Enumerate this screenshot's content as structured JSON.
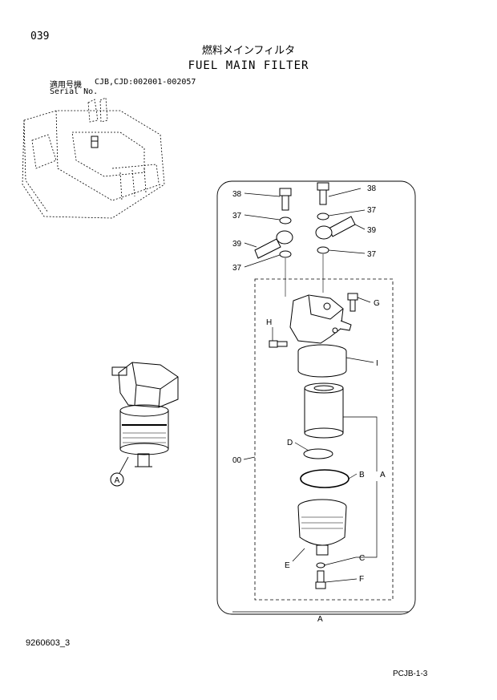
{
  "header": {
    "page_number": "039",
    "title_jp": "燃料メインフィルタ",
    "title_en": "FUEL MAIN FILTER",
    "applicable_label": "適用号機",
    "applicable_value": "CJB,CJD:002001-002057",
    "serial_label": "Serial No."
  },
  "callouts": {
    "c38a": "38",
    "c38b": "38",
    "c37a": "37",
    "c37b": "37",
    "c37c": "37",
    "c37d": "37",
    "c39a": "39",
    "c39b": "39",
    "G": "G",
    "H": "H",
    "I": "I",
    "D": "D",
    "B": "B",
    "A1": "A",
    "C": "C",
    "E": "E",
    "F": "F",
    "A2": "A",
    "c00": "00",
    "detailA": "A"
  },
  "footer": {
    "drawing_number": "9260603_3",
    "page_code": "PCJB-1-3"
  }
}
